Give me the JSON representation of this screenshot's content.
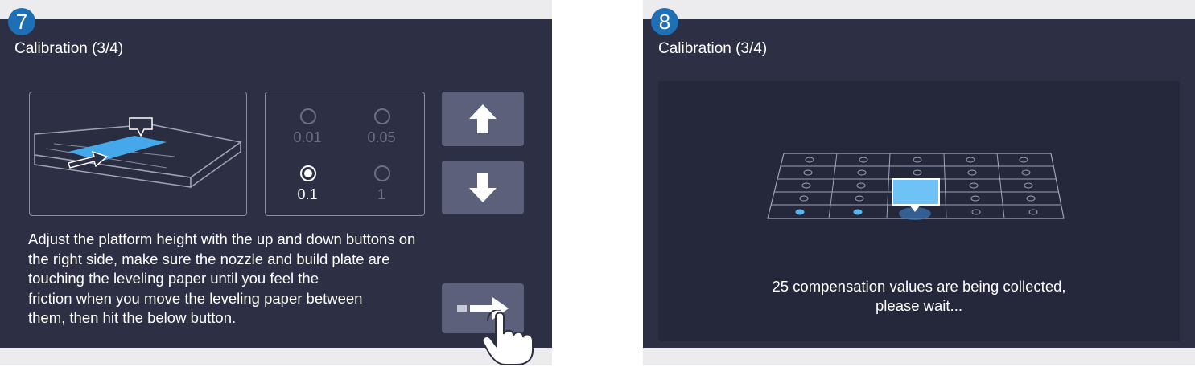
{
  "step7": {
    "badge": "7",
    "title": "Calibration (3/4)",
    "step_options": [
      {
        "label": "0.01",
        "selected": false
      },
      {
        "label": "0.05",
        "selected": false
      },
      {
        "label": "0.1",
        "selected": true
      },
      {
        "label": "1",
        "selected": false
      }
    ],
    "buttons": {
      "up": "arrow-up-icon",
      "down": "arrow-down-icon",
      "next": "arrow-right-icon"
    },
    "instruction_lines": [
      "Adjust the platform height with the up and down buttons on",
      "the right side, make sure the nozzle and build plate are",
      "touching the leveling paper until you feel the",
      "friction when you move the leveling paper between",
      "them, then hit the below button."
    ]
  },
  "step8": {
    "badge": "8",
    "title": "Calibration (3/4)",
    "grid": {
      "rows": 5,
      "cols": 5,
      "collected_points": 2
    },
    "wait_lines": [
      "25 compensation values are being collected,",
      "please wait..."
    ]
  },
  "colors": {
    "screen_bg": "#2d2f45",
    "button_bg": "#5d607a",
    "accent": "#5bb6ee",
    "badge": "#1f6fb5"
  }
}
